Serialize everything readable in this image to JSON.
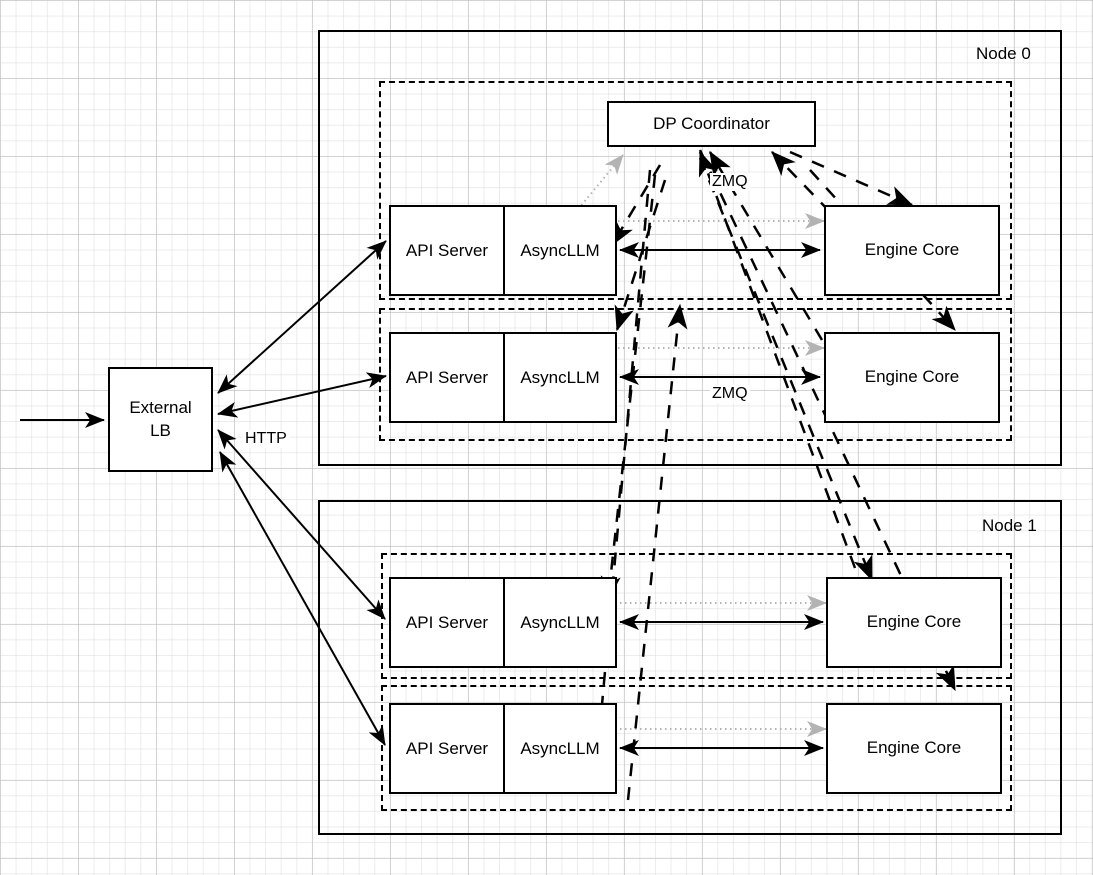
{
  "diagram": {
    "title": "vLLM data-parallel deployment topology",
    "colors": {
      "stroke": "#000000",
      "dotted_gray": "#b3b3b3",
      "background": "#ffffff",
      "grid_minor": "#dcdcdc",
      "grid_major": "#bebebe"
    }
  },
  "external": {
    "lb_label_line1": "External",
    "lb_label_line2": "LB",
    "http_label": "HTTP"
  },
  "coordinator": {
    "label": "DP Coordinator"
  },
  "zmq_labels": {
    "top": "ZMQ",
    "bottom": "ZMQ"
  },
  "nodes": [
    {
      "id": "node-0",
      "label": "Node 0",
      "groups": [
        {
          "id": "node0-group-0",
          "api_server": "API Server",
          "async_llm": "AsyncLLM",
          "engine_core": "Engine Core"
        },
        {
          "id": "node0-group-1",
          "api_server": "API Server",
          "async_llm": "AsyncLLM",
          "engine_core": "Engine Core"
        }
      ]
    },
    {
      "id": "node-1",
      "label": "Node 1",
      "groups": [
        {
          "id": "node1-group-0",
          "api_server": "API Server",
          "async_llm": "AsyncLLM",
          "engine_core": "Engine Core"
        },
        {
          "id": "node1-group-1",
          "api_server": "API Server",
          "async_llm": "AsyncLLM",
          "engine_core": "Engine Core"
        }
      ]
    }
  ]
}
